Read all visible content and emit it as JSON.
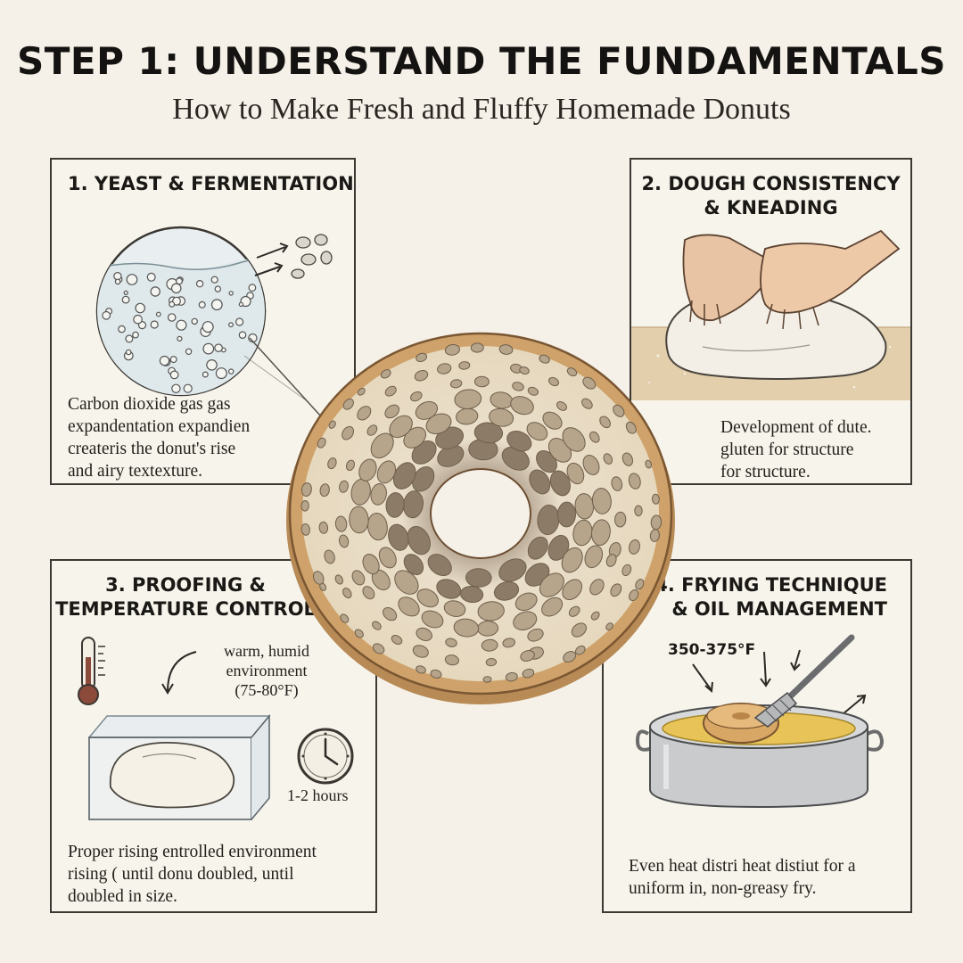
{
  "header": {
    "title": "STEP 1: UNDERSTAND THE FUNDAMENTALS",
    "subtitle": "How to Make Fresh and Fluffy Homemade Donuts"
  },
  "panels": {
    "yeast": {
      "heading": "1. YEAST & FERMENTATION",
      "text": "Carbon dioxide gas gas\nexpandentation expandien\ncreateris the donut's rise\nand airy textexture."
    },
    "dough": {
      "heading": "2. DOUGH CONSISTENCY\n& KNEADING",
      "text": "Development of dute.\ngluten for structure\nfor structure."
    },
    "proofing": {
      "heading": "3. PROOFING &\nTEMPERATURE CONTROL",
      "env_label": "warm, humid\nenvironment\n(75-80°F)",
      "time_label": "1-2 hours",
      "text": "Proper rising entrolled environment\nrising ( until donu doubled, until\ndoubled in size."
    },
    "frying": {
      "heading": "4. FRYING TECHNIQUE\n& OIL MANAGEMENT",
      "temp_label": "350-375°F",
      "text": "Even heat distri heat distiut for a\nuniform in, non-greasy fry."
    }
  },
  "icons": {
    "fermentation": "yeast-bubbles-icon",
    "kneading": "kneading-hands-icon",
    "thermometer": "thermometer-icon",
    "proofing": "proofing-container-icon",
    "clock": "clock-icon",
    "frying": "frying-pot-icon",
    "donut": "donut-cross-section-icon"
  },
  "colors": {
    "background": "#f5f1e8",
    "border": "#3c3833",
    "donut_crust": "#c99d63",
    "crumb": "#e8dcc6",
    "oil": "#e8c458"
  }
}
